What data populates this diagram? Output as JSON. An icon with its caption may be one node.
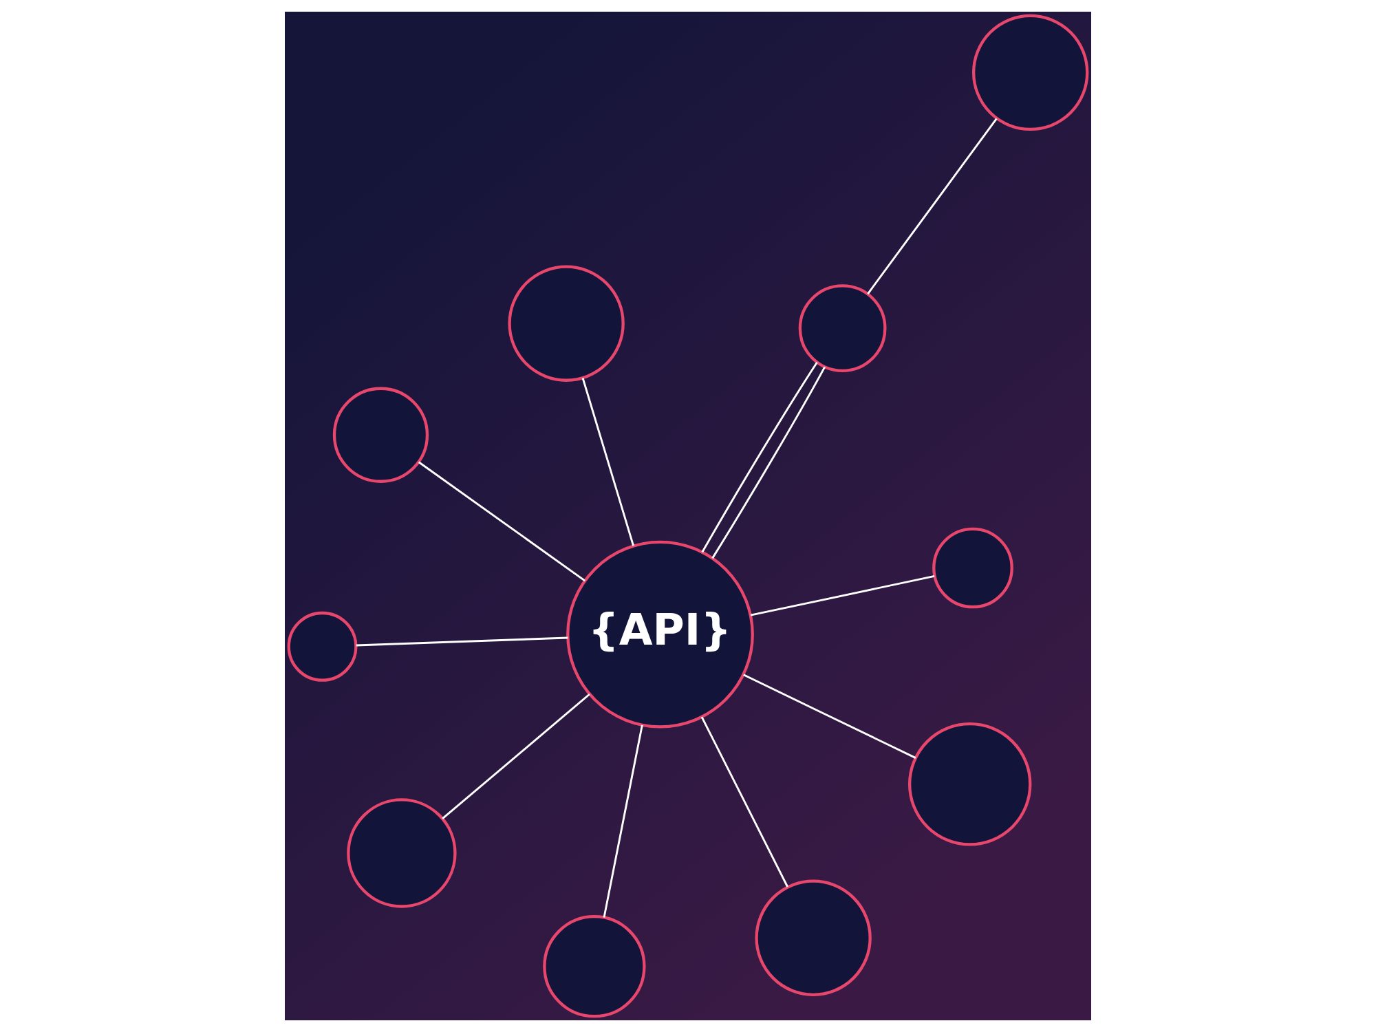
{
  "diagram": {
    "nodes": [
      {
        "text": [],
        "shape": "circle"
      },
      {
        "text": [],
        "shape": "circle"
      },
      {
        "text": [],
        "shape": "circle"
      },
      {
        "text": [],
        "shape": "circle"
      },
      {
        "text": [
          "{API}"
        ]
      },
      {
        "text": [],
        "shape": "circle"
      },
      {
        "text": [],
        "shape": "circle"
      },
      {
        "text": [],
        "shape": "circle"
      },
      {
        "text": [],
        "shape": "circle"
      },
      {
        "text": [],
        "shape": "circle"
      },
      {
        "text": [],
        "shape": "circle"
      }
    ],
    "edges": [
      {
        "from": 4,
        "to": 0,
        "arrow": "none"
      },
      {
        "from": 4,
        "to": 2,
        "arrow": "none"
      },
      {
        "from": 4,
        "to": 3,
        "arrow": "none"
      },
      {
        "from": 4,
        "to": 3,
        "arrow": "none"
      },
      {
        "from": 3,
        "to": 1,
        "arrow": "none"
      },
      {
        "from": 4,
        "to": 5,
        "arrow": "none"
      },
      {
        "from": 4,
        "to": 6,
        "arrow": "none"
      },
      {
        "from": 4,
        "to": 7,
        "arrow": "none"
      },
      {
        "from": 4,
        "to": 8,
        "arrow": "none"
      },
      {
        "from": 4,
        "to": 9,
        "arrow": "none"
      },
      {
        "from": 4,
        "to": 10,
        "arrow": "none"
      }
    ]
  }
}
